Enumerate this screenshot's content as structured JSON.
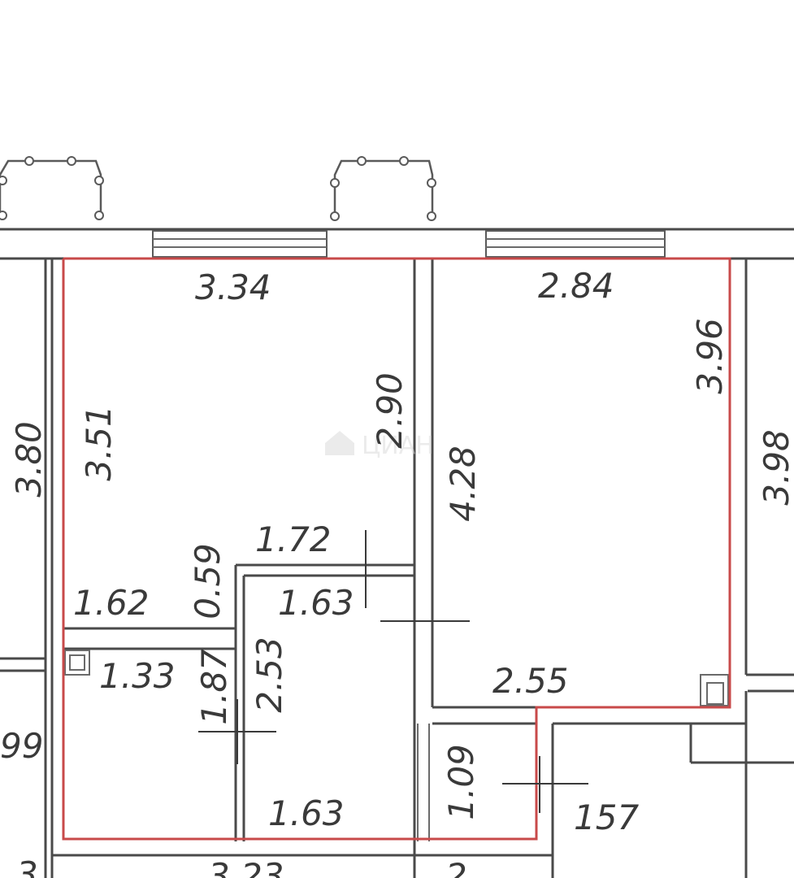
{
  "watermark": {
    "text": "ЦИАН"
  },
  "dimensions": [
    {
      "id": "room1-width-top",
      "label": "3.34"
    },
    {
      "id": "room2-width-top",
      "label": "2.84"
    },
    {
      "id": "room2-height-right",
      "label": "3.96"
    },
    {
      "id": "left-outer-height",
      "label": "3.80"
    },
    {
      "id": "room1-height-left",
      "label": "3.51"
    },
    {
      "id": "room1-height-inner",
      "label": "2.90"
    },
    {
      "id": "room2-height-left",
      "label": "4.28"
    },
    {
      "id": "right-outer-height",
      "label": "3.98"
    },
    {
      "id": "corridor-width-top",
      "label": "1.72"
    },
    {
      "id": "niche-depth",
      "label": "0.59"
    },
    {
      "id": "hall-width-left",
      "label": "1.62"
    },
    {
      "id": "bath-width-top",
      "label": "1.63"
    },
    {
      "id": "wc-width",
      "label": "1.33"
    },
    {
      "id": "wc-height",
      "label": "1.87"
    },
    {
      "id": "bath-height",
      "label": "2.53"
    },
    {
      "id": "room2-width-bottom",
      "label": "2.55"
    },
    {
      "id": "left-lower-height",
      "label": "99"
    },
    {
      "id": "bath-width-bottom",
      "label": "1.63"
    },
    {
      "id": "door-width",
      "label": "1.09"
    },
    {
      "id": "right-lower-width",
      "label": "157"
    },
    {
      "id": "bottom-left-partial",
      "label": "3"
    },
    {
      "id": "bottom-mid-partial",
      "label": "3.23"
    },
    {
      "id": "bottom-right-partial",
      "label": "2"
    }
  ]
}
